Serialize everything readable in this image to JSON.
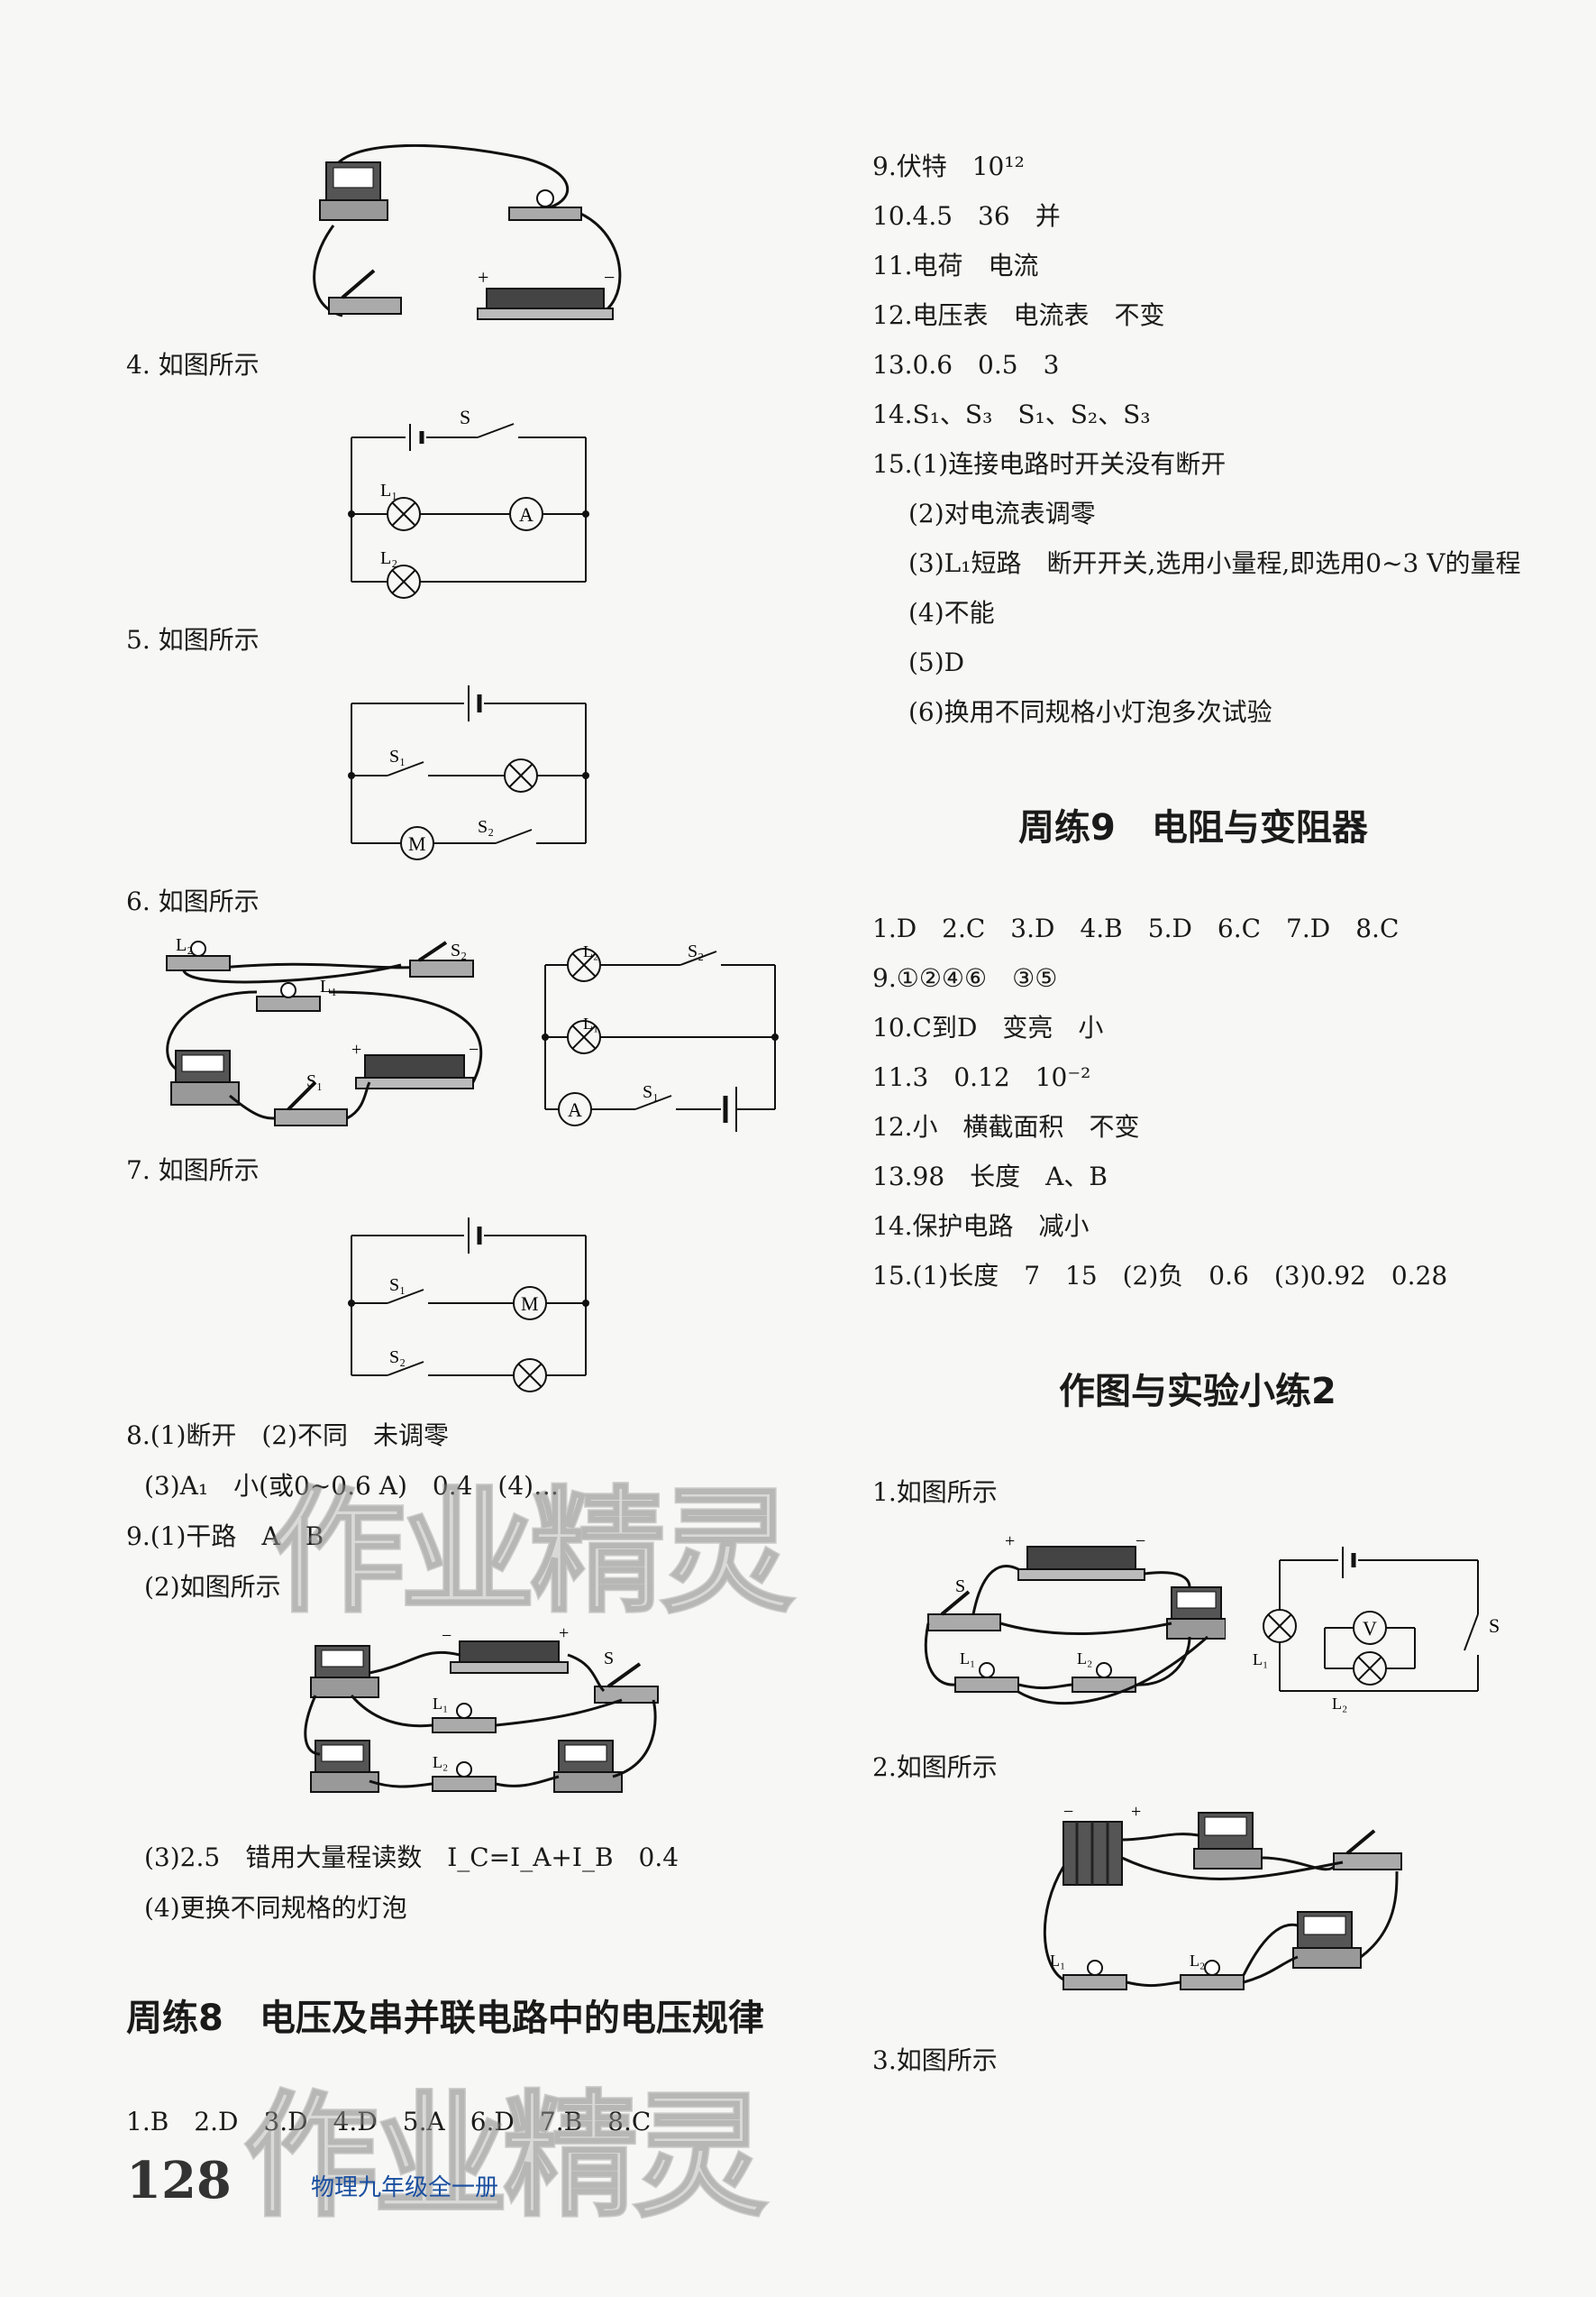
{
  "left_column": {
    "q4": "4. 如图所示",
    "q5": "5. 如图所示",
    "q6": "6. 如图所示",
    "q7": "7. 如图所示",
    "q8_1": "8.(1)断开　(2)不同　未调零",
    "q8_2": "(3)A₁　小(或0~0.6 A)　0.4　(4)…",
    "q9_1": "9.(1)干路　A　B",
    "q9_2": "(2)如图所示",
    "q9_3": "(3)2.5　错用大量程读数　I_C=I_A+I_B　0.4",
    "q9_4": "(4)更换不同规格的灯泡",
    "heading8": "周练8　电压及串并联电路中的电压规律",
    "answers8": "1.B　2.D　3.D　4.D　5.A　6.D　7.B　8.C"
  },
  "right_column": {
    "q9": "9.伏特　10¹²",
    "q10": "10.4.5　36　并",
    "q11": "11.电荷　电流",
    "q12": "12.电压表　电流表　不变",
    "q13": "13.0.6　0.5　3",
    "q14": "14.S₁、S₃　S₁、S₂、S₃",
    "q15_1": "15.(1)连接电路时开关没有断开",
    "q15_2": "(2)对电流表调零",
    "q15_3": "(3)L₁短路　断开开关,选用小量程,即选用0~3 V的量程",
    "q15_4": "(4)不能",
    "q15_5": "(5)D",
    "q15_6": "(6)换用不同规格小灯泡多次试验",
    "heading9": "周练9　电阻与变阻器",
    "w9_1": "1.D　2.C　3.D　4.B　5.D　6.C　7.D　8.C",
    "w9_9": "9.①②④⑥　③⑤",
    "w9_10": "10.C到D　变亮　小",
    "w9_11": "11.3　0.12　10⁻²",
    "w9_12": "12.小　横截面积　不变",
    "w9_13": "13.98　长度　A、B",
    "w9_14": "14.保护电路　减小",
    "w9_15": "15.(1)长度　7　15　(2)负　0.6　(3)0.92　0.28",
    "heading_lab": "作图与实验小练2",
    "lab1": "1.如图所示",
    "lab2": "2.如图所示",
    "lab3": "3.如图所示"
  },
  "circuit_labels": {
    "S": "S",
    "S1": "S₁",
    "S2": "S₂",
    "L1": "L₁",
    "L2": "L₂",
    "A": "A",
    "V": "V",
    "M": "M",
    "plus": "+",
    "minus": "−"
  },
  "footer": {
    "page_number": "128",
    "book_title": "物理九年级全一册"
  },
  "watermark": "作业精灵"
}
